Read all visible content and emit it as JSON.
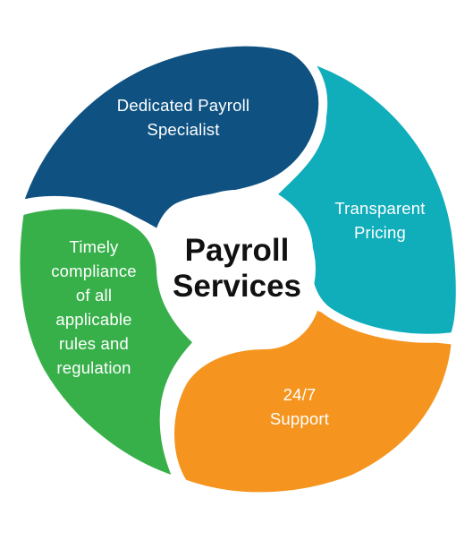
{
  "center": {
    "title": "Payroll\nServices"
  },
  "segments": [
    {
      "label": "Dedicated Payroll\nSpecialist",
      "color": "#0F5282"
    },
    {
      "label": "Transparent\nPricing",
      "color": "#10ADBB"
    },
    {
      "label": "24/7\nSupport",
      "color": "#F5951F"
    },
    {
      "label": "Timely\ncompliance\nof all\napplicable\nrules and\nregulation",
      "color": "#37B04A"
    }
  ]
}
